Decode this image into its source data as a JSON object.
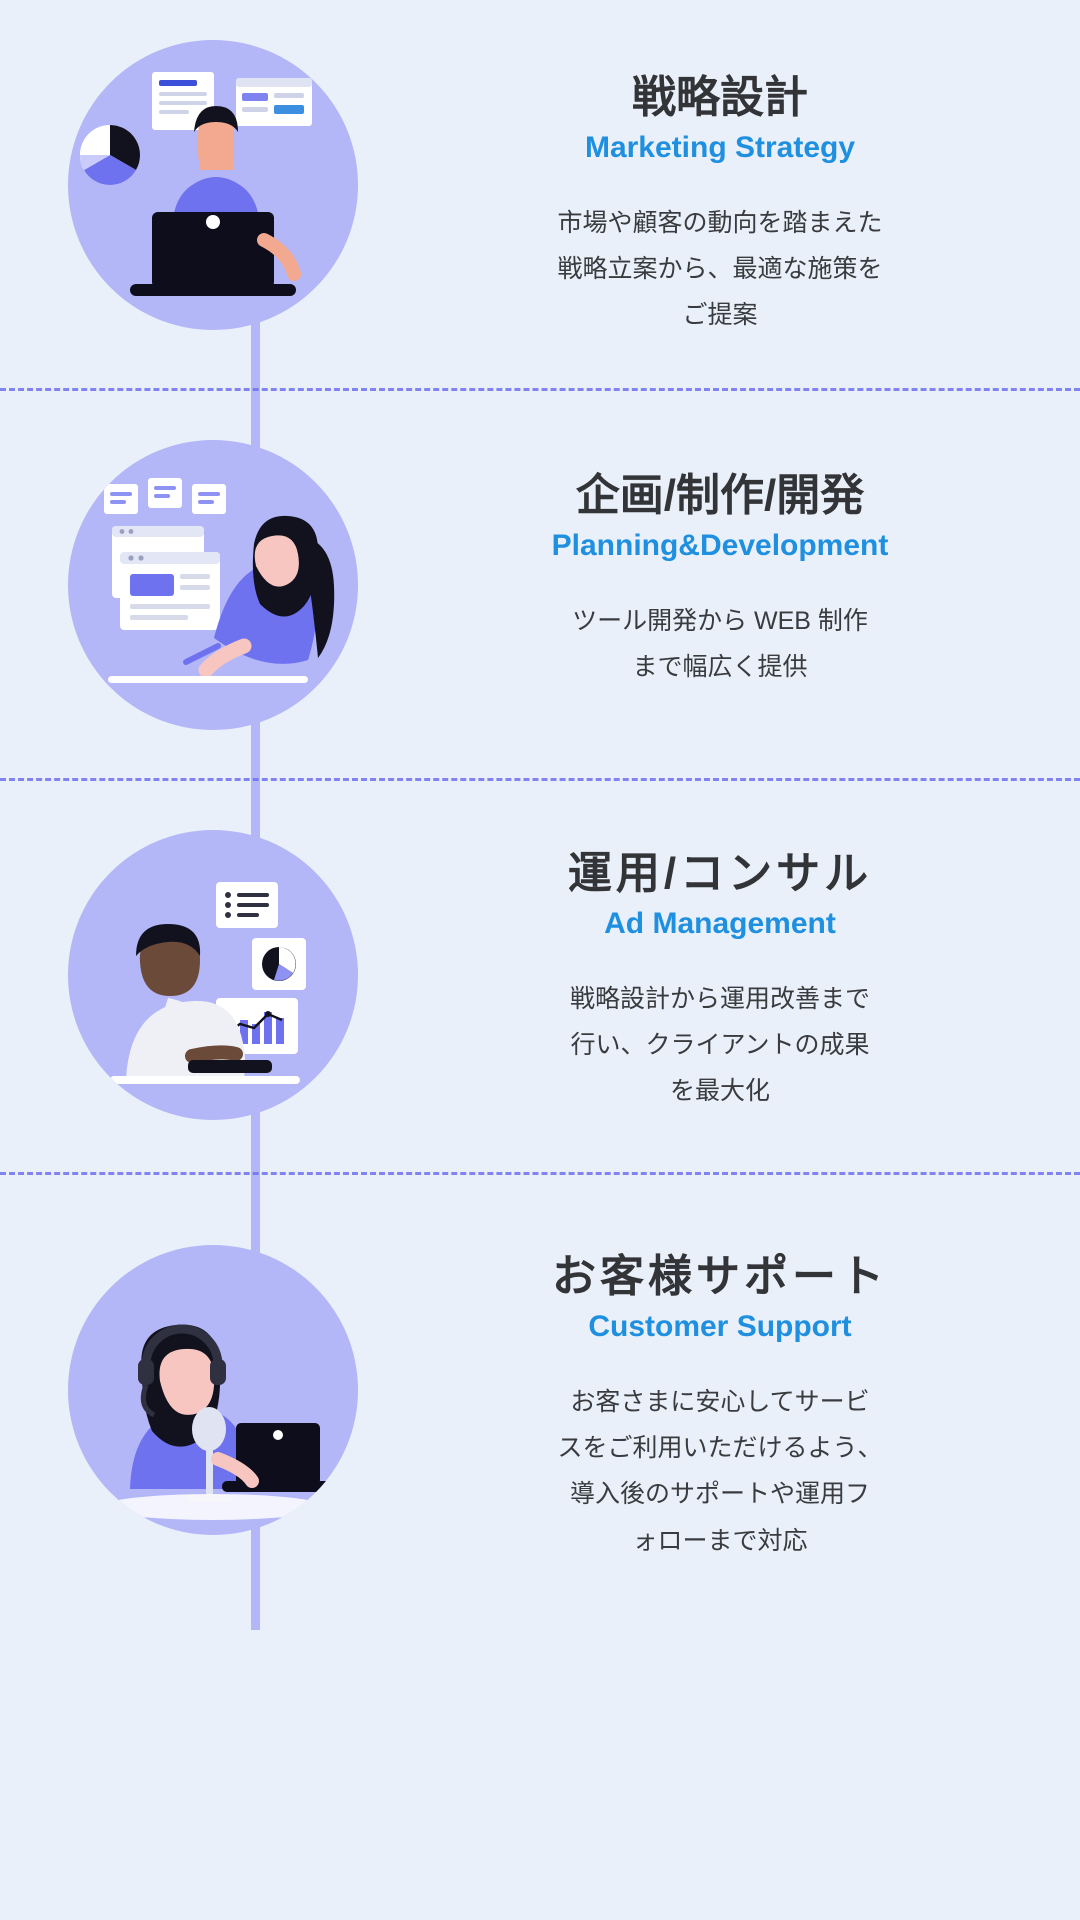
{
  "theme": {
    "background": "#e9f0fa",
    "circle_color": "#b3b6f7",
    "connector_color": "#b3b6f7",
    "divider_color": "#6f72ef",
    "title_color": "#333437",
    "subtitle_color": "#1f8fe0",
    "body_color": "#3a3b3f"
  },
  "sections": [
    {
      "id": "marketing-strategy",
      "title": "戦略設計",
      "subtitle": "Marketing Strategy",
      "body_lines": [
        "市場や顧客の動向を踏まえた",
        "戦略立案から、最適な施策を",
        "ご提案"
      ],
      "illustration": "person-at-laptop-with-charts-icon"
    },
    {
      "id": "planning-development",
      "title": "企画/制作/開発",
      "subtitle": "Planning&Development",
      "body_lines": [
        "ツール開発から WEB 制作",
        "まで幅広く提供"
      ],
      "illustration": "woman-designing-web-pages-icon"
    },
    {
      "id": "ad-management",
      "title": "運用/コンサル",
      "subtitle": "Ad Management",
      "body_lines": [
        "戦略設計から運用改善まで",
        "行い、クライアントの成果",
        "を最大化"
      ],
      "illustration": "man-reviewing-analytics-icon"
    },
    {
      "id": "customer-support",
      "title": "お客様サポート",
      "subtitle": "Customer Support",
      "body_lines": [
        "お客さまに安心してサービ",
        "スをご利用いただけるよう、",
        "導入後のサポートや運用フ",
        "ォローまで対応"
      ],
      "illustration": "support-agent-with-headset-icon"
    }
  ]
}
